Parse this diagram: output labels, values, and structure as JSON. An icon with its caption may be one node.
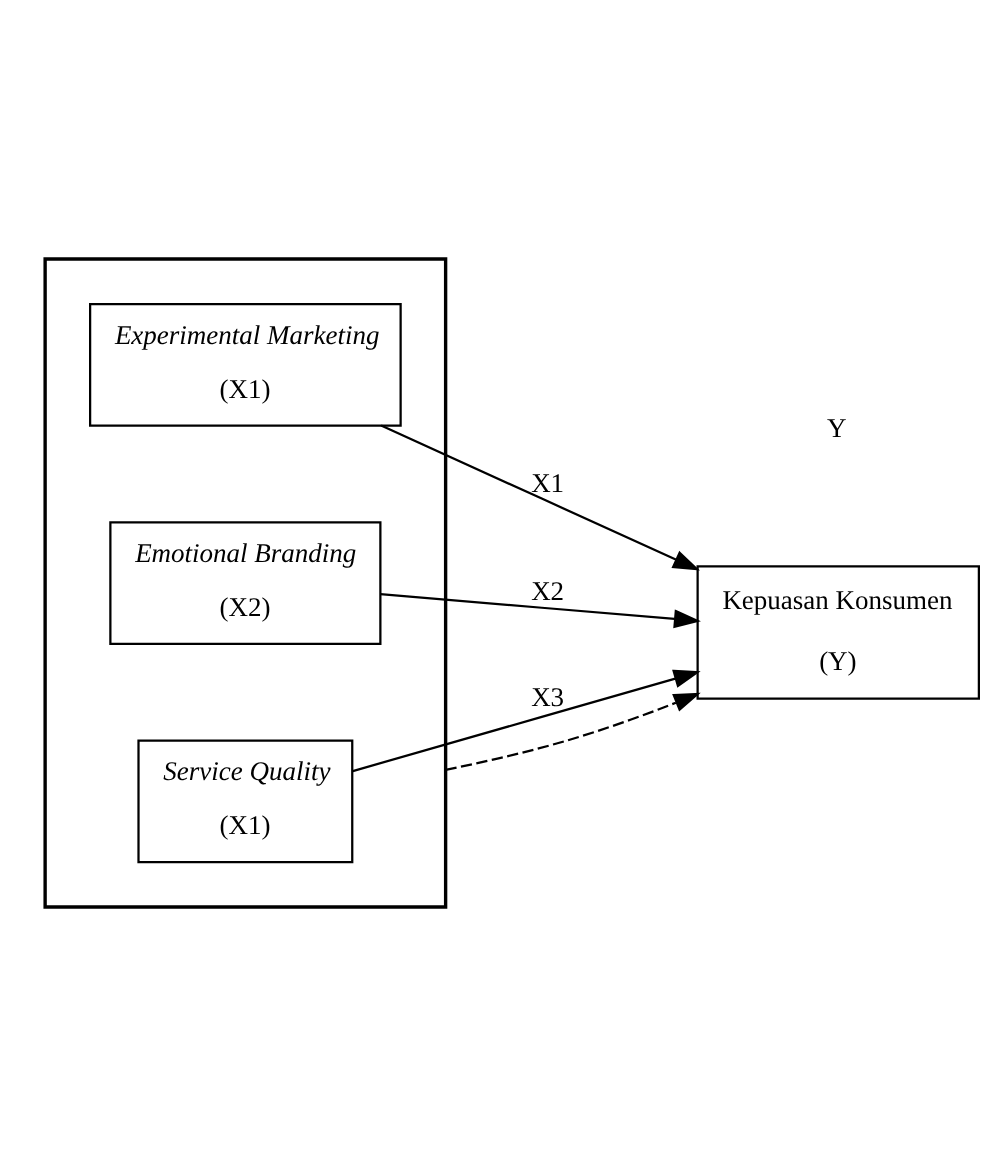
{
  "diagram": {
    "nodes": [
      {
        "text": [],
        "shape": "box"
      },
      {
        "text": [
          "Experimental Marketing",
          "(X1)"
        ],
        "in": 0
      },
      {
        "text": [
          "Emotional Branding",
          "(X2)"
        ],
        "in": 0
      },
      {
        "text": [
          "Service Quality",
          "(X1)"
        ],
        "in": 0
      },
      {
        "text": [
          "Kepuasan Konsumen",
          "(Y)"
        ]
      }
    ],
    "edges": [
      {
        "from": 1,
        "to": 4,
        "arrow": "to",
        "label": "X1"
      },
      {
        "from": 2,
        "to": 4,
        "arrow": "to",
        "label": "X2"
      },
      {
        "from": 3,
        "to": 4,
        "arrow": "to",
        "label": "X3"
      },
      {
        "from": 0,
        "to": 4,
        "arrow": "to",
        "style": "dashed"
      }
    ],
    "labels": [
      "Y"
    ]
  }
}
